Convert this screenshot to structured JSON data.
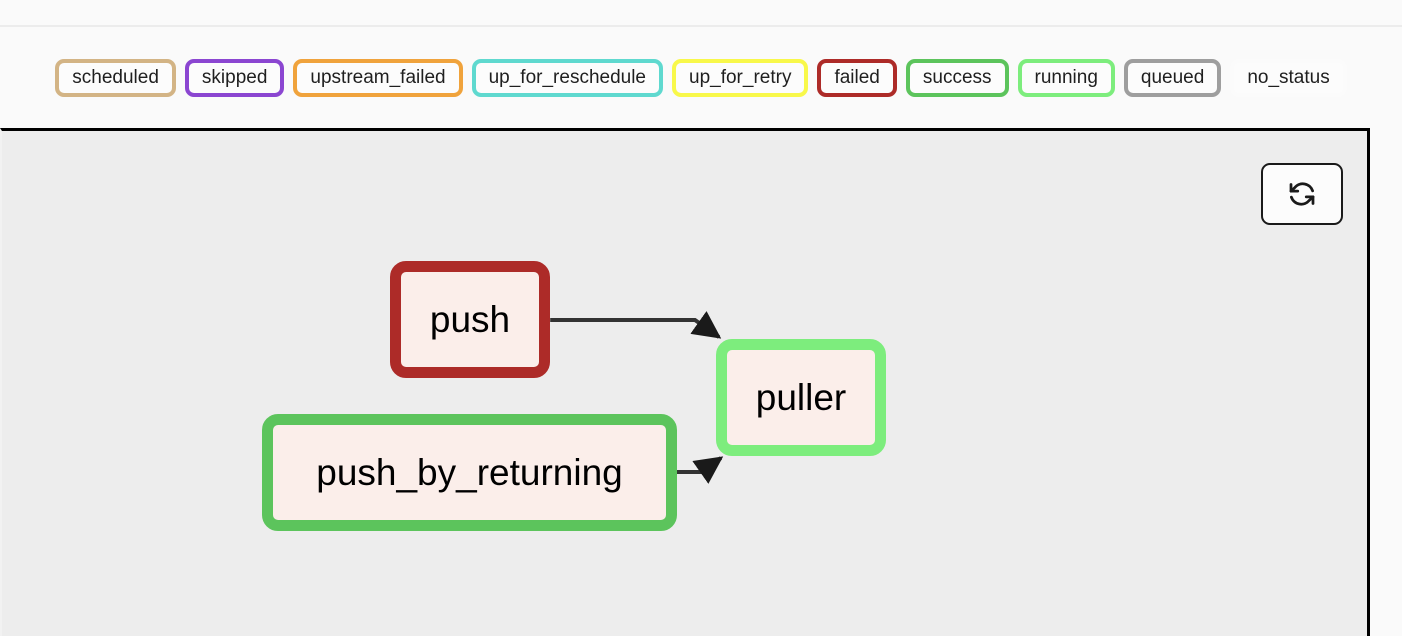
{
  "page": {
    "title": "DAG Graph View",
    "background_color": "#fafafa",
    "canvas_background_color": "#ededed"
  },
  "legend": {
    "name": "task-status-legend",
    "items": [
      {
        "label": "scheduled",
        "color": "#d3b485"
      },
      {
        "label": "skipped",
        "color": "#8b46d1"
      },
      {
        "label": "upstream_failed",
        "color": "#f0a33c"
      },
      {
        "label": "up_for_reschedule",
        "color": "#5fd9cf"
      },
      {
        "label": "up_for_retry",
        "color": "#f8f84a"
      },
      {
        "label": "failed",
        "color": "#ad2b28"
      },
      {
        "label": "success",
        "color": "#5cc45c"
      },
      {
        "label": "running",
        "color": "#7ded7d"
      },
      {
        "label": "queued",
        "color": "#9e9e9e"
      },
      {
        "label": "no_status",
        "color": "#fbfbfb"
      }
    ]
  },
  "toolbar": {
    "refresh_button_label": "",
    "refresh_icon": "refresh-icon"
  },
  "graph": {
    "nodes": [
      {
        "id": "push",
        "label": "push",
        "status": "failed",
        "border_color": "#ad2b28",
        "fill_color": "#fbeeea"
      },
      {
        "id": "push_by_returning",
        "label": "push_by_returning",
        "status": "success",
        "border_color": "#5cc45c",
        "fill_color": "#fbeeea"
      },
      {
        "id": "puller",
        "label": "puller",
        "status": "running",
        "border_color": "#7ded7d",
        "fill_color": "#fbeeea"
      }
    ],
    "edges": [
      {
        "from": "push",
        "to": "puller",
        "color": "#333333"
      },
      {
        "from": "push_by_returning",
        "to": "puller",
        "color": "#333333"
      }
    ]
  }
}
